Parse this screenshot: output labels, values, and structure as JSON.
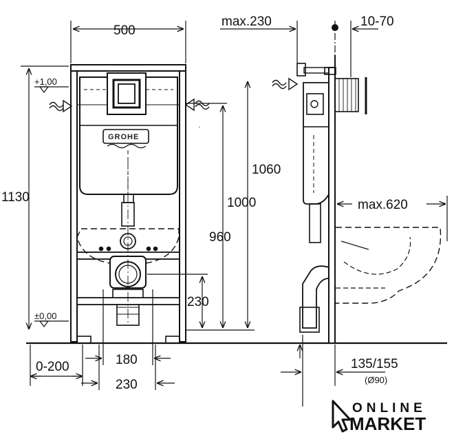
{
  "front_view": {
    "width_label": "500",
    "height_label": "1130",
    "marker_top_label": "+1,00",
    "marker_bottom_label": "±0,00",
    "floor_offset_label": "0-200",
    "pipe_spacing_label": "180",
    "frame_width_label": "230",
    "tank_brand": "GROHE"
  },
  "dimensions": {
    "h1060": "1060",
    "h1000": "1000",
    "h960": "960",
    "h230": "230"
  },
  "side_view": {
    "max_depth_label": "max.230",
    "adjust_label": "10-70",
    "bowl_length_label": "max.620",
    "outlet_label": "135/155",
    "outlet_diameter_label": "(Ø90)"
  },
  "watermark": {
    "line1": "ONLINE",
    "line2": "MARKET"
  }
}
